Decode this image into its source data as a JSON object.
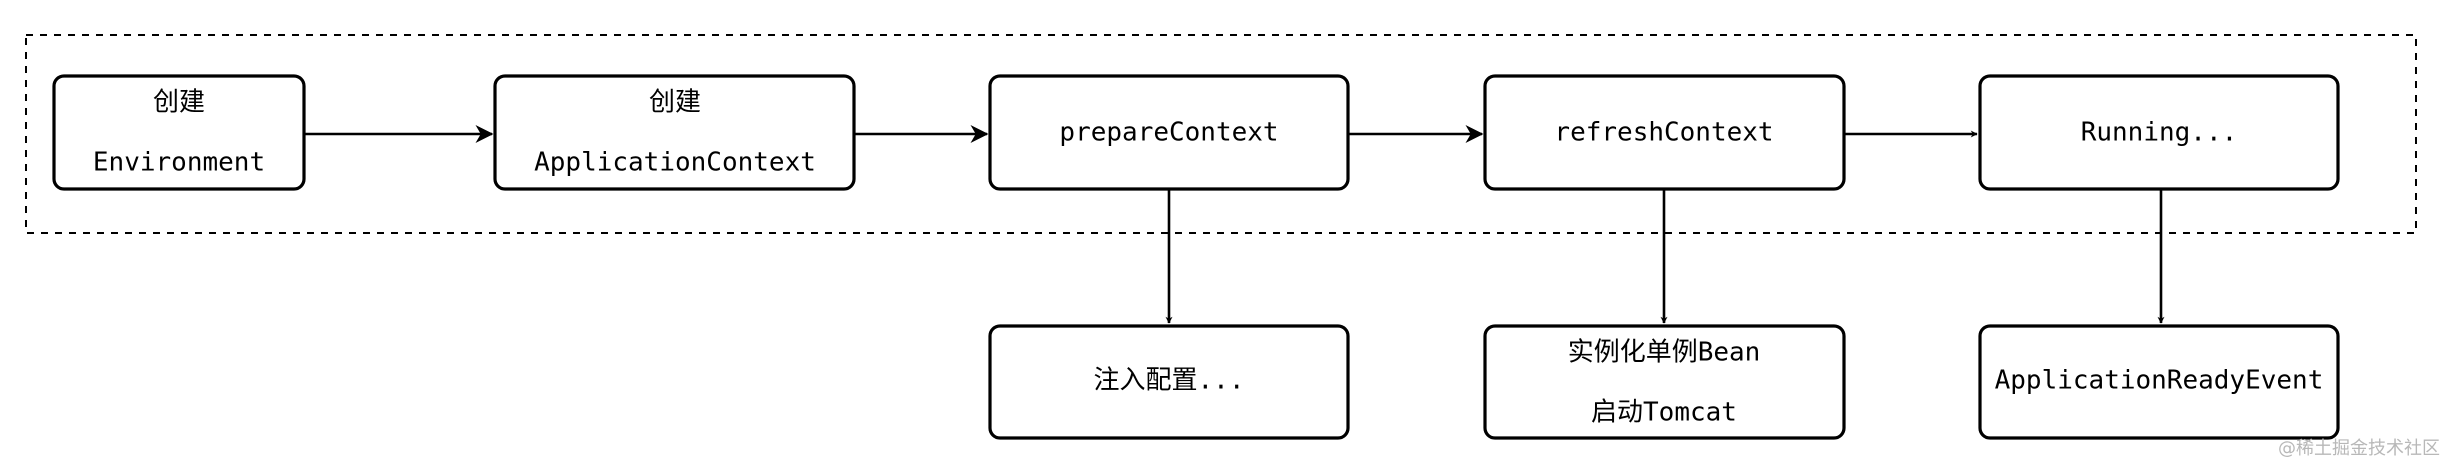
{
  "diagram": {
    "nodes": {
      "create_environment": {
        "line1": "创建",
        "line2": "Environment"
      },
      "create_application_context": {
        "line1": "创建",
        "line2": "ApplicationContext"
      },
      "prepare_context": {
        "label": "prepareContext"
      },
      "refresh_context": {
        "label": "refreshContext"
      },
      "running": {
        "label": "Running..."
      },
      "inject_config": {
        "label": "注入配置..."
      },
      "instantiate_beans": {
        "line1": "实例化单例Bean",
        "line2": "启动Tomcat"
      },
      "ready_event": {
        "label": "ApplicationReadyEvent"
      }
    }
  },
  "watermark": {
    "text": "@稀土掘金技术社区"
  }
}
